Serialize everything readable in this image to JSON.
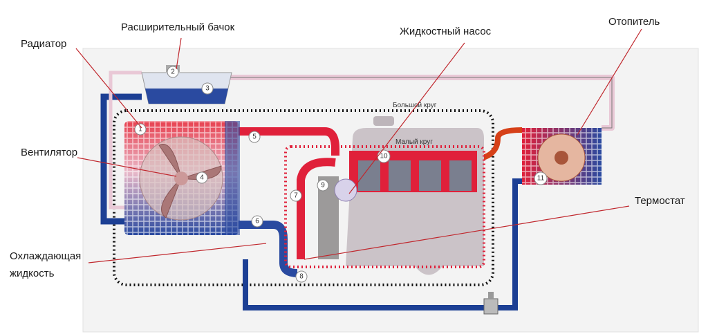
{
  "labels": {
    "expansion_tank": "Расширительный бачок",
    "water_pump": "Жидкостный насос",
    "heater": "Отопитель",
    "radiator": "Радиатор",
    "fan": "Вентилятор",
    "thermostat": "Термостат",
    "coolant_line1": "Охлаждающая",
    "coolant_line2": "жидкость",
    "big_circuit": "Большой круг",
    "small_circuit": "Малый круг"
  },
  "markers": [
    "1",
    "2",
    "3",
    "4",
    "5",
    "6",
    "7",
    "8",
    "9",
    "10",
    "11"
  ],
  "colors": {
    "hot": "#e0203a",
    "cold": "#1c3f94",
    "mixed": "#e9c8d6",
    "leader": "#c0272d",
    "engine": "#cbc3c8",
    "panel": "#f3f3f3"
  }
}
